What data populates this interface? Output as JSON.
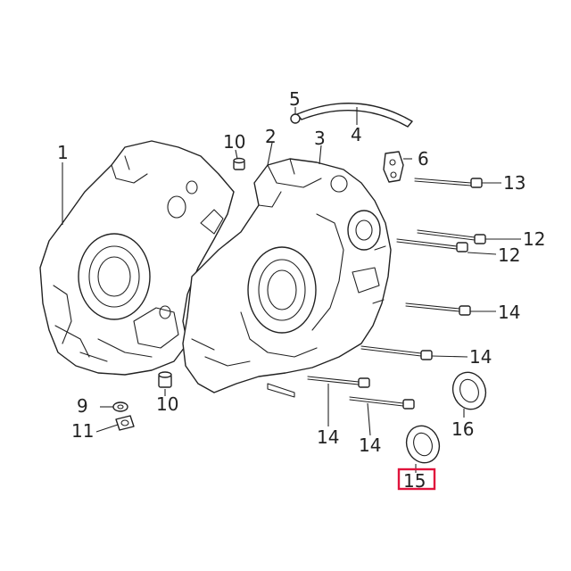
{
  "callouts": {
    "c1": "1",
    "c2": "2",
    "c3": "3",
    "c4": "4",
    "c5": "5",
    "c6": "6",
    "c9": "9",
    "c10a": "10",
    "c10b": "10",
    "c11": "11",
    "c12a": "12",
    "c12b": "12",
    "c13": "13",
    "c14a": "14",
    "c14b": "14",
    "c14c": "14",
    "c14d": "14",
    "c15": "15",
    "c16": "16"
  },
  "highlighted_part": "15",
  "colors": {
    "highlight": "#e0143c",
    "line": "#222222",
    "background": "#ffffff"
  }
}
